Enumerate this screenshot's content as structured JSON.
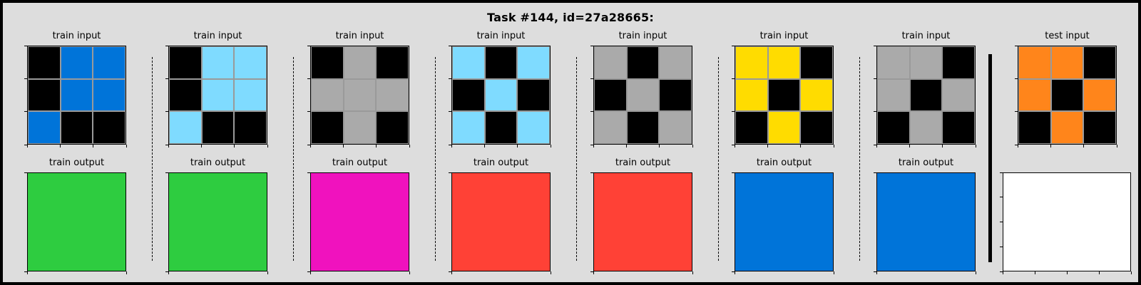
{
  "title": "Task #144, id=27a28665:",
  "palette": {
    "0": "#000000",
    "1": "#0074D9",
    "2": "#FF4136",
    "3": "#2ECC40",
    "4": "#FFDC00",
    "5": "#AAAAAA",
    "6": "#F012BE",
    "7": "#FF851B",
    "8": "#7FDBFF",
    "9": "#870C25",
    "empty": "#FFFFFF"
  },
  "pairs": [
    {
      "input_label": "train input",
      "output_label": "train output",
      "input": [
        [
          0,
          1,
          1
        ],
        [
          0,
          1,
          1
        ],
        [
          1,
          0,
          0
        ]
      ],
      "output": [
        [
          3
        ]
      ]
    },
    {
      "input_label": "train input",
      "output_label": "train output",
      "input": [
        [
          0,
          8,
          8
        ],
        [
          0,
          8,
          8
        ],
        [
          8,
          0,
          0
        ]
      ],
      "output": [
        [
          3
        ]
      ]
    },
    {
      "input_label": "train input",
      "output_label": "train output",
      "input": [
        [
          0,
          5,
          0
        ],
        [
          5,
          5,
          5
        ],
        [
          0,
          5,
          0
        ]
      ],
      "output": [
        [
          6
        ]
      ]
    },
    {
      "input_label": "train input",
      "output_label": "train output",
      "input": [
        [
          8,
          0,
          8
        ],
        [
          0,
          8,
          0
        ],
        [
          8,
          0,
          8
        ]
      ],
      "output": [
        [
          2
        ]
      ]
    },
    {
      "input_label": "train input",
      "output_label": "train output",
      "input": [
        [
          5,
          0,
          5
        ],
        [
          0,
          5,
          0
        ],
        [
          5,
          0,
          5
        ]
      ],
      "output": [
        [
          2
        ]
      ]
    },
    {
      "input_label": "train input",
      "output_label": "train output",
      "input": [
        [
          4,
          4,
          0
        ],
        [
          4,
          0,
          4
        ],
        [
          0,
          4,
          0
        ]
      ],
      "output": [
        [
          1
        ]
      ]
    },
    {
      "input_label": "train input",
      "output_label": "train output",
      "input": [
        [
          5,
          5,
          0
        ],
        [
          5,
          0,
          5
        ],
        [
          0,
          5,
          0
        ]
      ],
      "output": [
        [
          1
        ]
      ]
    }
  ],
  "test": {
    "input_label": "test input",
    "input": [
      [
        7,
        7,
        0
      ],
      [
        7,
        0,
        7
      ],
      [
        0,
        7,
        0
      ]
    ],
    "output": [
      [
        "empty"
      ]
    ]
  }
}
